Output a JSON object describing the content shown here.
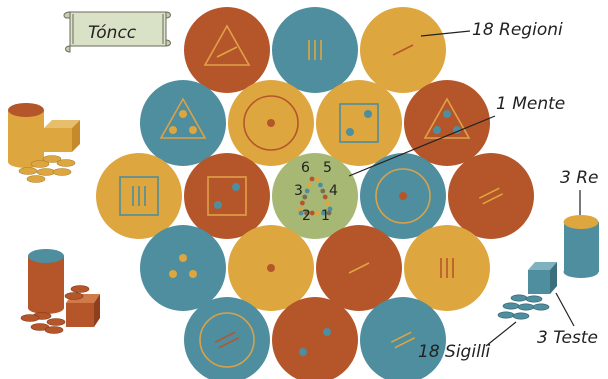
{
  "title": "Tóncc",
  "labels": {
    "regions": "18 Regioni",
    "mind": "1 Mente",
    "kings": "3 Re",
    "heads": "3 Teste",
    "seals": "18 Sigilli"
  },
  "center_numbers": [
    "6",
    "5",
    "3",
    "4",
    "2",
    "1"
  ],
  "colors": {
    "rust": "#b5562a",
    "teal": "#4e8e9e",
    "gold": "#dea63f",
    "center": "#a6b874"
  },
  "tiles": [
    {
      "row": 0,
      "col": 0,
      "color": "rust",
      "symbol": "triangle-line"
    },
    {
      "row": 0,
      "col": 1,
      "color": "teal",
      "symbol": "three-lines"
    },
    {
      "row": 0,
      "col": 2,
      "color": "gold",
      "symbol": "one-line"
    },
    {
      "row": 1,
      "col": 0,
      "color": "teal",
      "symbol": "triangle-three-dots"
    },
    {
      "row": 1,
      "col": 1,
      "color": "gold",
      "symbol": "circle-dot"
    },
    {
      "row": 1,
      "col": 2,
      "color": "gold",
      "symbol": "square-two-dots"
    },
    {
      "row": 1,
      "col": 3,
      "color": "rust",
      "symbol": "triangle-three-dots"
    },
    {
      "row": 2,
      "col": 0,
      "color": "gold",
      "symbol": "square-three-lines"
    },
    {
      "row": 2,
      "col": 1,
      "color": "rust",
      "symbol": "square-two-dots"
    },
    {
      "row": 2,
      "col": 2,
      "color": "center",
      "symbol": "mind"
    },
    {
      "row": 2,
      "col": 3,
      "color": "teal",
      "symbol": "circle-dot"
    },
    {
      "row": 2,
      "col": 4,
      "color": "rust",
      "symbol": "two-lines"
    },
    {
      "row": 3,
      "col": 0,
      "color": "teal",
      "symbol": "three-dots"
    },
    {
      "row": 3,
      "col": 1,
      "color": "gold",
      "symbol": "one-dot"
    },
    {
      "row": 3,
      "col": 2,
      "color": "rust",
      "symbol": "one-line"
    },
    {
      "row": 3,
      "col": 3,
      "color": "gold",
      "symbol": "three-lines"
    },
    {
      "row": 4,
      "col": 0,
      "color": "teal",
      "symbol": "circle-two-lines"
    },
    {
      "row": 4,
      "col": 1,
      "color": "rust",
      "symbol": "two-dots"
    },
    {
      "row": 4,
      "col": 2,
      "color": "teal",
      "symbol": "two-lines"
    }
  ]
}
